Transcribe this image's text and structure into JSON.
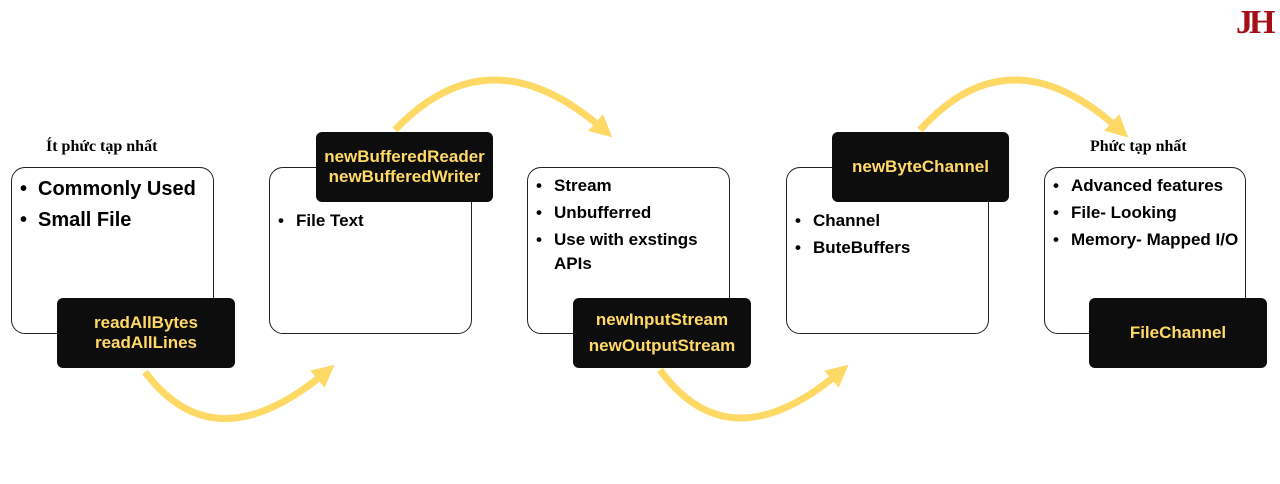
{
  "logo": {
    "text": "JH",
    "color": "#a50e16"
  },
  "labels": {
    "least_complex": "Ít phức tạp nhất",
    "most_complex": "Phức tạp nhất"
  },
  "colors": {
    "arrow": "#ffd966",
    "tag_bg": "#0d0d0d",
    "tag_text": "#ffd966",
    "card_border": "#222222"
  },
  "steps": [
    {
      "bullets": [
        "Commonly Used",
        "Small File"
      ],
      "methods": [
        "readAllBytes",
        "readAllLines"
      ]
    },
    {
      "bullets": [
        "File Text"
      ],
      "methods": [
        "newBufferedReader",
        "newBufferedWriter"
      ]
    },
    {
      "bullets": [
        "Stream",
        "Unbufferred",
        "Use with exstings APIs"
      ],
      "methods": [
        "newInputStream",
        "newOutputStream"
      ]
    },
    {
      "bullets": [
        "Channel",
        "ButeBuffers"
      ],
      "methods": [
        "newByteChannel"
      ]
    },
    {
      "bullets": [
        "Advanced features",
        "File- Looking",
        "Memory- Mapped I/O"
      ],
      "methods": [
        "FileChannel"
      ]
    }
  ]
}
